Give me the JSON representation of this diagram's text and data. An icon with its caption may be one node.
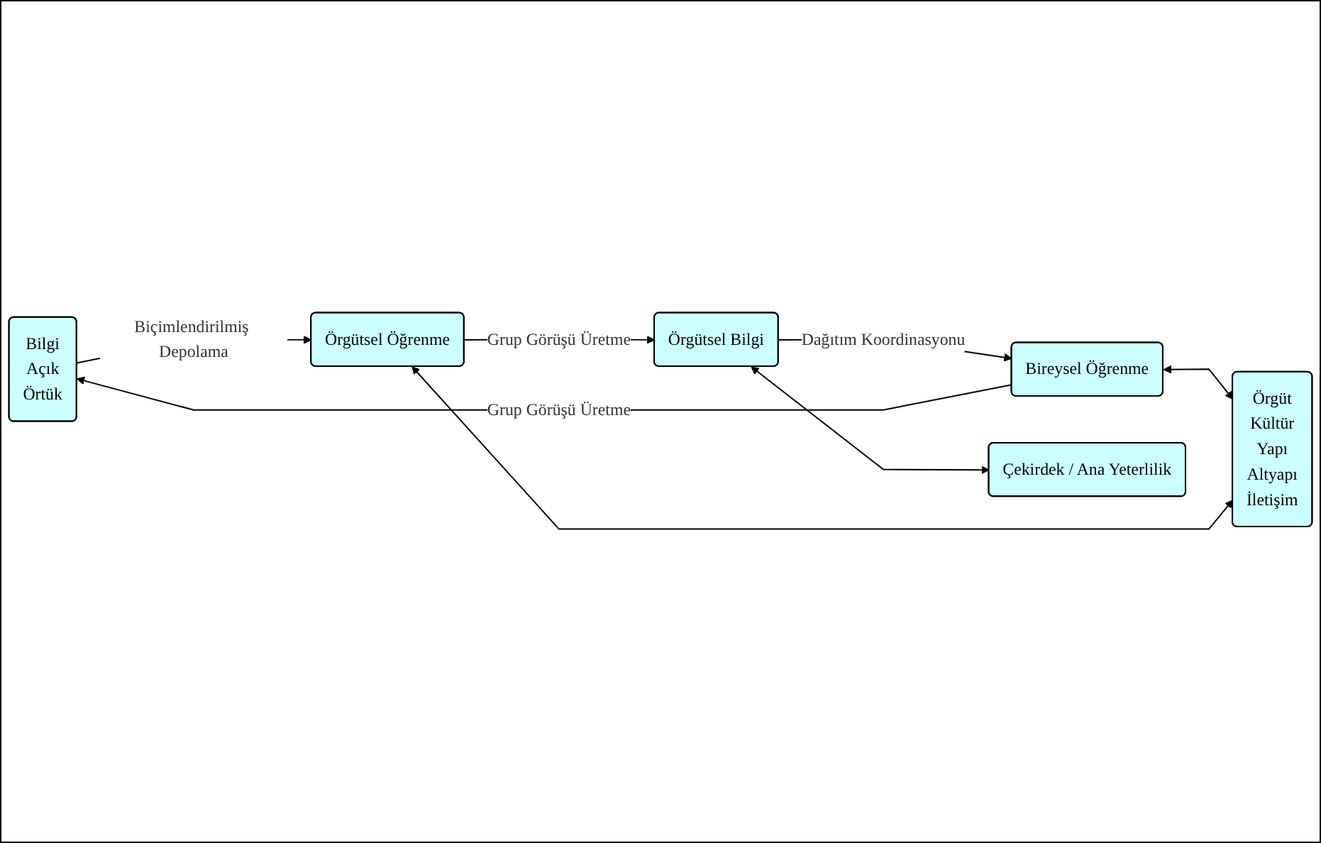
{
  "diagram": {
    "nodes": [
      {
        "text": [
          "Bilgi",
          "Açık",
          "Örtük"
        ]
      },
      {
        "text": [
          "Bireysel Öğrenme"
        ]
      },
      {
        "text": [
          "Örgüt",
          "Kültür",
          "Yapı",
          "Altyapı",
          "İletişim"
        ]
      },
      {
        "text": [
          "Örgütsel Öğrenme"
        ]
      },
      {
        "text": [
          "Örgütsel Bilgi"
        ]
      },
      {
        "text": [
          "Çekirdek / Ana Yeterlilik"
        ]
      }
    ],
    "edges": [
      {
        "from": 1,
        "to": 0,
        "arrow": "to",
        "label": "Grup Görüşü Üretme"
      },
      {
        "from": 0,
        "to": 3,
        "arrow": "to",
        "label": "Biçimlendirilmiş Depolama"
      },
      {
        "from": 1,
        "to": 2,
        "arrow": "both"
      },
      {
        "from": 2,
        "to": 3,
        "arrow": "both"
      },
      {
        "from": 3,
        "to": 4,
        "arrow": "to",
        "label": "Grup Görüşü Üretme"
      },
      {
        "from": 4,
        "to": 1,
        "arrow": "to",
        "label": "Dağıtım Koordinasyonu"
      },
      {
        "from": 4,
        "to": 5,
        "arrow": "both"
      }
    ]
  }
}
